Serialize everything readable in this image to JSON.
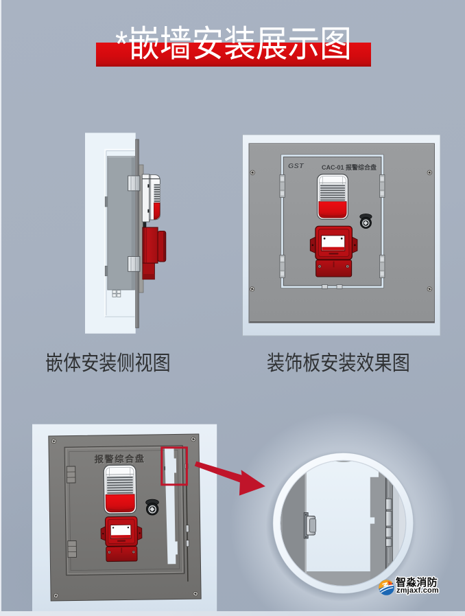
{
  "banner": {
    "text": "*嵌墙安装展示图",
    "color": "#d40a0e"
  },
  "figures": {
    "side_view": {
      "caption": "嵌体安装侧视图"
    },
    "front_view": {
      "caption": "装饰板安装效果图",
      "brand": "GST",
      "label": "CAC-01 报警综合盘"
    },
    "detail_view": {
      "door_label": "报警综合盘"
    }
  },
  "watermark": {
    "brand": "智淼消防",
    "site": "zmjaxf.com"
  },
  "colors": {
    "background": "#a7b1c0",
    "banner_red": "#d40a0e",
    "highlight_red": "#c0142a",
    "device_red": "#c11015",
    "panel_gray": "#97999b",
    "dark_panel_gray": "#7d7c7a",
    "frame_light": "#e3ecf5"
  }
}
